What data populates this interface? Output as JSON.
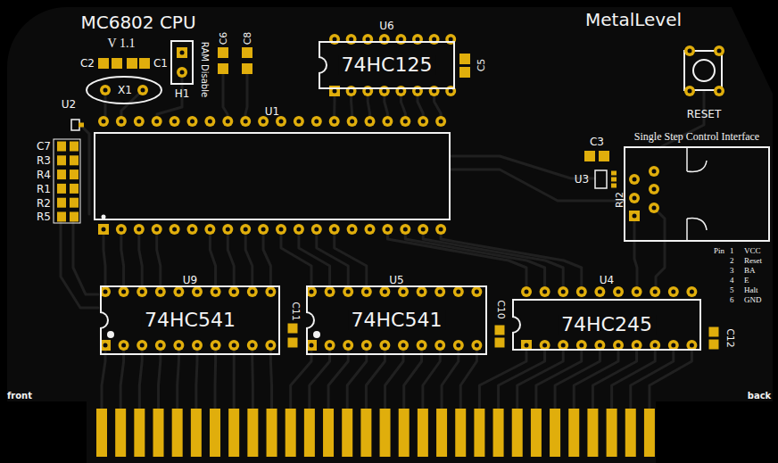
{
  "diagram": {
    "title": "MC6802 CPU",
    "nodes": [
      {
        "text": [
          "U6",
          "74HC125"
        ]
      },
      {
        "text": [
          "U1"
        ]
      },
      {
        "text": [
          "U9",
          "74HC541"
        ]
      },
      {
        "text": [
          "U5",
          "74HC541"
        ]
      },
      {
        "text": [
          "U4",
          "74HC245"
        ]
      }
    ],
    "labels": [
      "V 1.1",
      "C2",
      "C1",
      "X1",
      "H1",
      "RAM Disable",
      "C6",
      "C8",
      "MetalLevel",
      "C5",
      "RESET",
      "U2",
      "C7",
      "R3",
      "R4",
      "R1",
      "R2",
      "R5",
      "C3",
      "Single Step Control Interface",
      "U3",
      "RJ2",
      "Pin",
      "1",
      "VCC",
      "2",
      "Reset",
      "3",
      "BA",
      "4",
      "E",
      "5",
      "Halt",
      "6",
      "GND",
      "C11",
      "C10",
      "C12",
      "front",
      "back"
    ]
  }
}
